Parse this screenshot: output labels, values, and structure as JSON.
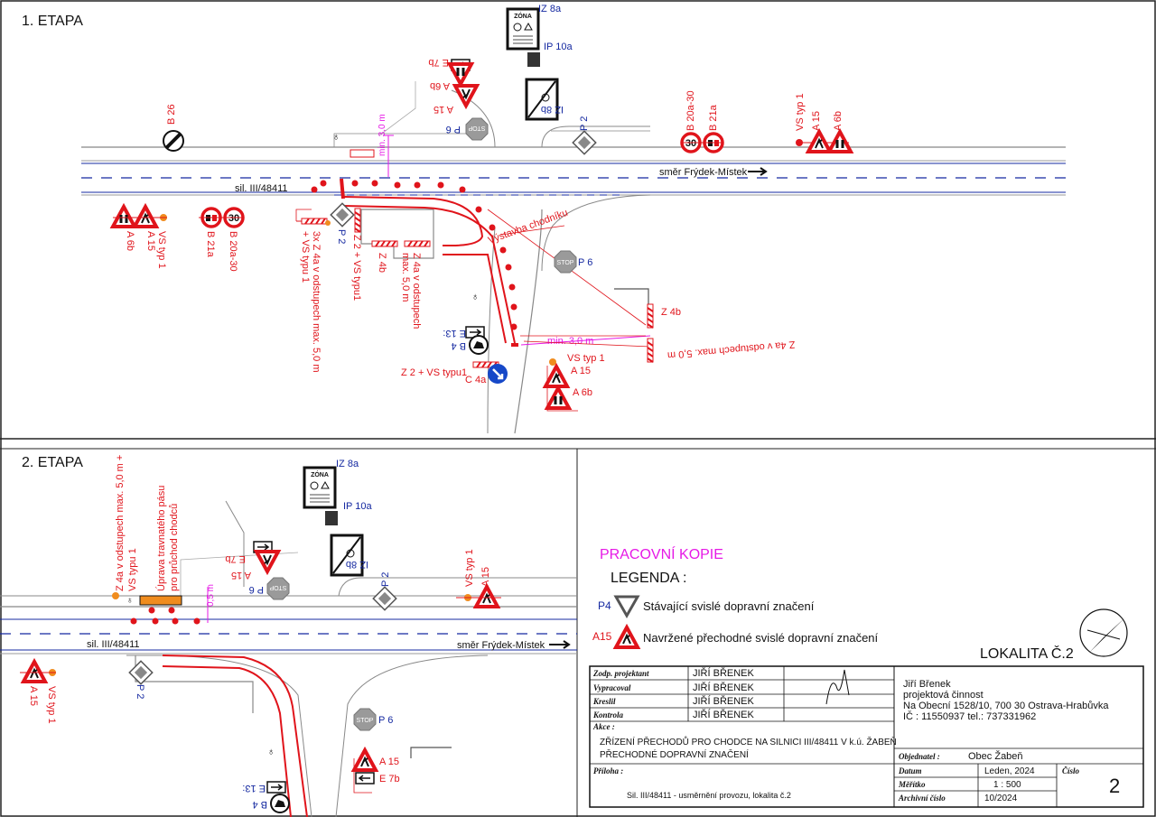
{
  "stage1": {
    "title": "1. ETAPA",
    "road_name": "sil. III/48411",
    "direction": "směr Frýdek-Místek",
    "sign_b26": "B 26",
    "sign_p6": "P 6",
    "sign_p6_b": "P 6",
    "sign_p2": "P 2",
    "sign_p2_b": "P 2",
    "sign_iz8a": "IZ 8a",
    "sign_ip10a": "IP 10a",
    "sign_iz8b": "IZ 8b",
    "sign_e7b": "E 7b",
    "sign_a6b_top": "A 6b",
    "sign_a15_top": "A 15",
    "sign_b20a30": "B 20a-30",
    "sign_b21a": "B 21a",
    "sign_vs_typ1_right": "VS typ 1",
    "sign_a15_right": "A 15",
    "sign_a6b_right": "A 6b",
    "sign_a6b_left": "A 6b",
    "sign_a15_left": "A 15",
    "sign_vs_typ1_left": "VS typ 1",
    "sign_b21a_left": "B 21a",
    "sign_b20a30_left": "B 20a-30",
    "min3_top": "min. 3,0 m",
    "z4a_left_1": "3x Z 4a v odstupech max. 5,0 m",
    "z4a_left_2": "+ VS typu 1",
    "z2_vs_1": "Z 2 + VS typu1",
    "z4b_mid": "Z 4b",
    "z4a_mid_1": "Z 4a v odstupech",
    "z4a_mid_2": "max. 5,0 m",
    "vystavba": "Výstavba chodníku",
    "z4b_right": "Z 4b",
    "z4a_right": "Z 4a v odstupech max. 5,0 m",
    "min3_right": "min. 3,0 m",
    "e13": "E 13:",
    "b4": "B 4",
    "z2_vs_2": "Z 2 + VS typu1",
    "c4a": "C 4a",
    "vs_typ1_bottom": "VS typ 1",
    "a15_bottom": "A 15",
    "a6b_bottom": "A 6b"
  },
  "stage2": {
    "title": "2. ETAPA",
    "z4a_1": "Z 4a v odstupech max. 5,0 m +",
    "z4a_2": "VS typu 1",
    "uprava_1": "Úprava travnatého pásu",
    "uprava_2": "pro průchod chodců",
    "dim_05": "0,5 m",
    "sign_e7b": "E 7b",
    "sign_a15": "A 15",
    "sign_p6": "P 6",
    "sign_iz8a": "IZ 8a",
    "sign_ip10a": "IP 10a",
    "sign_iz8b": "IZ 8b",
    "sign_p2": "P 2",
    "vs_typ1_right": "VS typ 1",
    "a15_right": "A 15",
    "road_name": "sil. III/48411",
    "direction": "směr Frýdek-Místek",
    "a15_left": "A 15",
    "vs_typ1_left": "VS typ 1",
    "p2_left": "P 2",
    "p6_bottom": "P 6",
    "a15_bottom": "A 15",
    "e7b_bottom": "E 7b",
    "e13": "E 13:",
    "b4": "B 4"
  },
  "legend": {
    "pracovni": "PRACOVNÍ KOPIE",
    "title": "LEGENDA :",
    "p4_code": "P4",
    "p4_text": "Stávající svislé dopravní značení",
    "a15_code": "A15",
    "a15_text": "Navržené přechodné svislé dopravní značení",
    "lokalita": "LOKALITA Č.2"
  },
  "titleblock": {
    "l_zodp": "Zodp. projektant",
    "l_vypracoval": "Vypracoval",
    "l_kreslil": "Kreslil",
    "l_kontrola": "Kontrola",
    "l_akce": "Akce :",
    "l_priloha": "Příloha :",
    "l_objednatel": "Objednatel :",
    "l_datum": "Datum",
    "l_meritko": "Měřítko",
    "l_archivni": "Archivní číslo",
    "l_cislo": "Číslo",
    "v_zodp": "JIŘÍ BŘENEK",
    "v_vypracoval": "JIŘÍ BŘENEK",
    "v_kreslil": "JIŘÍ BŘENEK",
    "v_kontrola": "JIŘÍ BŘENEK",
    "company_1": "Jiří Břenek",
    "company_2": "projektová činnost",
    "company_3": "Na Obecní 1528/10, 700 30 Ostrava-Hrabůvka",
    "company_4": "IČ : 11550937   tel.: 737331962",
    "akce_1": "ZŘÍZENÍ PŘECHODŮ PRO CHODCE NA SILNICI III/48411 V k.ú. ŽABEŇ",
    "akce_2": "PŘECHODNÉ DOPRAVNÍ ZNAČENÍ",
    "priloha": "Sil. III/48411 - usměrnění provozu, lokalita č.2",
    "objednatel": "Obec Žabeň",
    "datum": "Leden, 2024",
    "meritko": "1 : 500",
    "archivni": "10/2024",
    "cislo": "2"
  },
  "colors": {
    "red": "#e0141b",
    "blue": "#1428a0",
    "magenta": "#e619e6",
    "grey": "#8c8c8c"
  }
}
